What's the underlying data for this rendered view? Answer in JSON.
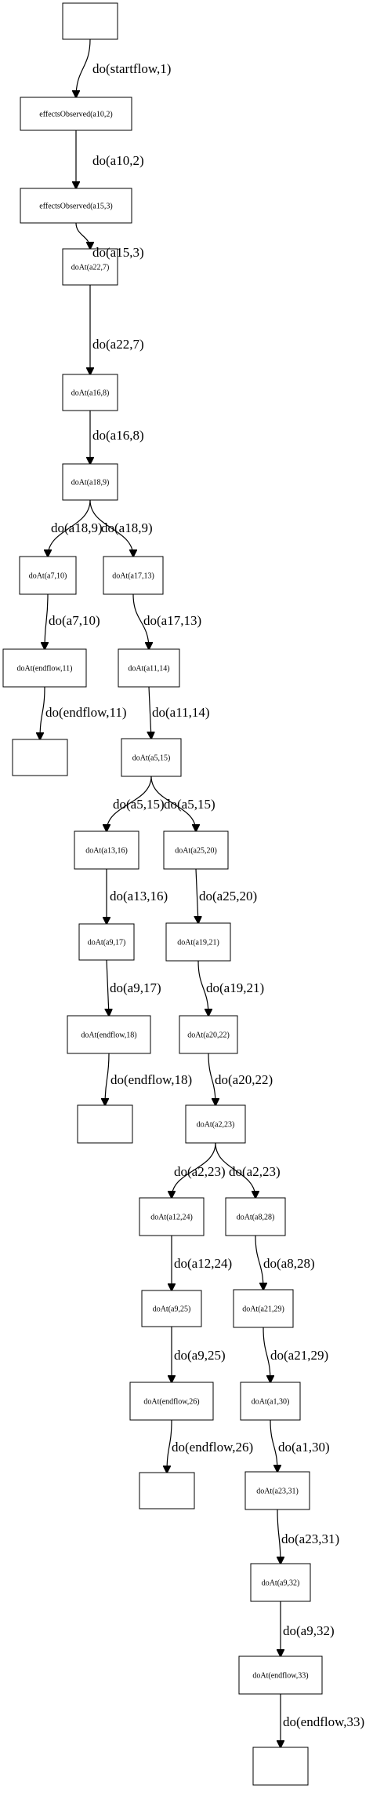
{
  "nodes": [
    {
      "id": "n0",
      "label": ""
    },
    {
      "id": "n1",
      "label": "effectsObserved(a10,2)"
    },
    {
      "id": "n2",
      "label": "effectsObserved(a15,3)"
    },
    {
      "id": "n3",
      "label": "doAt(a22,7)"
    },
    {
      "id": "n4",
      "label": "doAt(a16,8)"
    },
    {
      "id": "n5",
      "label": "doAt(a18,9)"
    },
    {
      "id": "n6",
      "label": "doAt(a7,10)"
    },
    {
      "id": "n7",
      "label": "doAt(a17,13)"
    },
    {
      "id": "n8",
      "label": "doAt(endflow,11)"
    },
    {
      "id": "n9",
      "label": "doAt(a11,14)"
    },
    {
      "id": "n10",
      "label": ""
    },
    {
      "id": "n11",
      "label": "doAt(a5,15)"
    },
    {
      "id": "n12",
      "label": "doAt(a13,16)"
    },
    {
      "id": "n13",
      "label": "doAt(a25,20)"
    },
    {
      "id": "n14",
      "label": "doAt(a9,17)"
    },
    {
      "id": "n15",
      "label": "doAt(a19,21)"
    },
    {
      "id": "n16",
      "label": "doAt(endflow,18)"
    },
    {
      "id": "n17",
      "label": "doAt(a20,22)"
    },
    {
      "id": "n18",
      "label": ""
    },
    {
      "id": "n19",
      "label": "doAt(a2,23)"
    },
    {
      "id": "n20",
      "label": "doAt(a12,24)"
    },
    {
      "id": "n21",
      "label": "doAt(a8,28)"
    },
    {
      "id": "n22",
      "label": "doAt(a9,25)"
    },
    {
      "id": "n23",
      "label": "doAt(a21,29)"
    },
    {
      "id": "n24",
      "label": "doAt(endflow,26)"
    },
    {
      "id": "n25",
      "label": "doAt(a1,30)"
    },
    {
      "id": "n26",
      "label": ""
    },
    {
      "id": "n27",
      "label": "doAt(a23,31)"
    },
    {
      "id": "n28",
      "label": "doAt(a9,32)"
    },
    {
      "id": "n29",
      "label": "doAt(endflow,33)"
    },
    {
      "id": "n30",
      "label": ""
    }
  ],
  "edges": [
    {
      "from": "n0",
      "to": "n1",
      "label": "do(startflow,1)"
    },
    {
      "from": "n1",
      "to": "n2",
      "label": "do(a10,2)"
    },
    {
      "from": "n2",
      "to": "n3",
      "label": "do(a15,3)"
    },
    {
      "from": "n3",
      "to": "n4",
      "label": "do(a22,7)"
    },
    {
      "from": "n4",
      "to": "n5",
      "label": "do(a16,8)"
    },
    {
      "from": "n5",
      "to": "n6",
      "label": "do(a18,9)"
    },
    {
      "from": "n5",
      "to": "n7",
      "label": "do(a18,9)"
    },
    {
      "from": "n6",
      "to": "n8",
      "label": "do(a7,10)"
    },
    {
      "from": "n7",
      "to": "n9",
      "label": "do(a17,13)"
    },
    {
      "from": "n8",
      "to": "n10",
      "label": "do(endflow,11)"
    },
    {
      "from": "n9",
      "to": "n11",
      "label": "do(a11,14)"
    },
    {
      "from": "n11",
      "to": "n12",
      "label": "do(a5,15)"
    },
    {
      "from": "n11",
      "to": "n13",
      "label": "do(a5,15)"
    },
    {
      "from": "n12",
      "to": "n14",
      "label": "do(a13,16)"
    },
    {
      "from": "n13",
      "to": "n15",
      "label": "do(a25,20)"
    },
    {
      "from": "n14",
      "to": "n16",
      "label": "do(a9,17)"
    },
    {
      "from": "n15",
      "to": "n17",
      "label": "do(a19,21)"
    },
    {
      "from": "n16",
      "to": "n18",
      "label": "do(endflow,18)"
    },
    {
      "from": "n17",
      "to": "n19",
      "label": "do(a20,22)"
    },
    {
      "from": "n19",
      "to": "n20",
      "label": "do(a2,23)"
    },
    {
      "from": "n19",
      "to": "n21",
      "label": "do(a2,23)"
    },
    {
      "from": "n20",
      "to": "n22",
      "label": "do(a12,24)"
    },
    {
      "from": "n21",
      "to": "n23",
      "label": "do(a8,28)"
    },
    {
      "from": "n22",
      "to": "n24",
      "label": "do(a9,25)"
    },
    {
      "from": "n23",
      "to": "n25",
      "label": "do(a21,29)"
    },
    {
      "from": "n24",
      "to": "n26",
      "label": "do(endflow,26)"
    },
    {
      "from": "n25",
      "to": "n27",
      "label": "do(a1,30)"
    },
    {
      "from": "n27",
      "to": "n28",
      "label": "do(a23,31)"
    },
    {
      "from": "n28",
      "to": "n29",
      "label": "do(a9,32)"
    },
    {
      "from": "n29",
      "to": "n30",
      "label": "do(endflow,33)"
    }
  ]
}
